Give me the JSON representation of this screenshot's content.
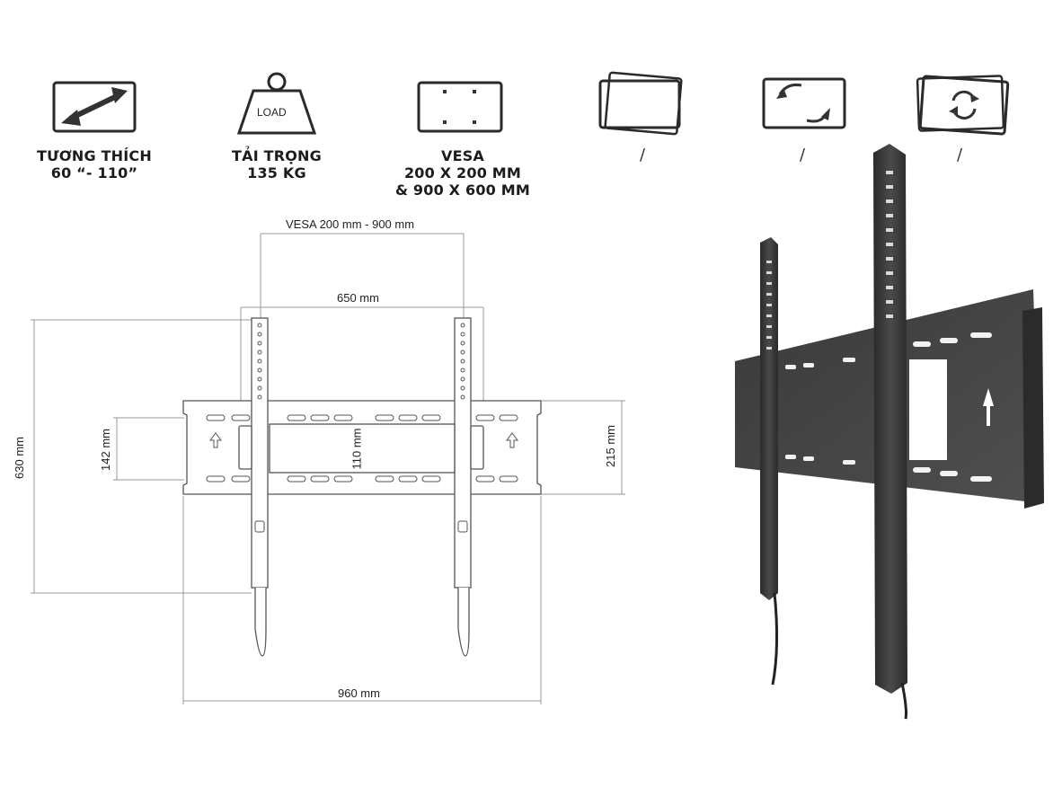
{
  "features": [
    {
      "icon": "diagonal-arrow-icon",
      "line1": "TƯƠNG THÍCH",
      "line2": "60 “- 110”",
      "line3": ""
    },
    {
      "icon": "load-weight-icon",
      "icon_text": "LOAD",
      "line1": "TẢI TRỌNG",
      "line2": "135 KG",
      "line3": ""
    },
    {
      "icon": "vesa-pattern-icon",
      "line1": "VESA",
      "line2": "200 X 200 MM",
      "line3": "& 900 X 600 MM"
    },
    {
      "icon": "tilt-screen-icon",
      "line1": "/"
    },
    {
      "icon": "swivel-screen-icon",
      "line1": "/"
    },
    {
      "icon": "rotate-screen-icon",
      "line1": "/"
    }
  ],
  "dimensions": {
    "vesa_range": "VESA 200 mm - 900 mm",
    "rail_spacing": "650 mm",
    "total_height": "630 mm",
    "hole_spacing": "142 mm",
    "inner_height": "110 mm",
    "plate_height": "215 mm",
    "total_width": "960 mm"
  },
  "colors": {
    "line": "#555555",
    "dim_line": "#9a9a9a",
    "metal_dark": "#2e2e2e",
    "metal_mid": "#3d3d3d"
  }
}
